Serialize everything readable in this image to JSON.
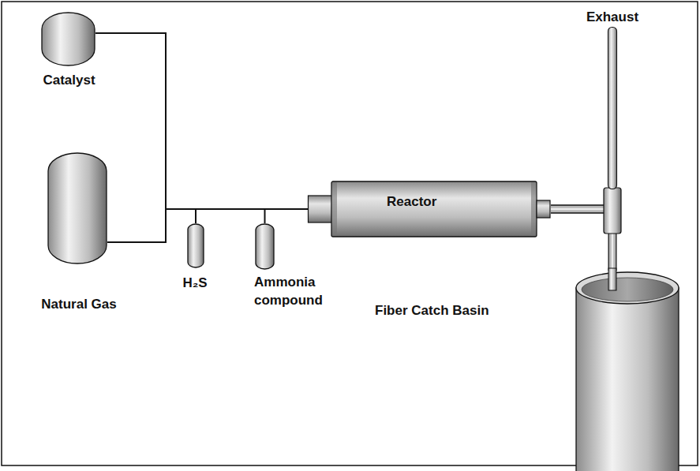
{
  "diagram": {
    "nodes": [
      {
        "text": [
          "Catalyst"
        ]
      },
      {
        "text": [
          "Natural Gas"
        ]
      },
      {
        "text": [
          "H₂S"
        ]
      },
      {
        "text": [
          "Ammonia compound"
        ]
      },
      {
        "text": [
          "Reactor"
        ]
      },
      {
        "text": [
          "Exhaust"
        ]
      },
      {
        "text": [
          "Fiber Catch Basin"
        ]
      }
    ],
    "edges": [
      {
        "from": 0,
        "to": 4,
        "arrow": "none"
      },
      {
        "from": 1,
        "to": 4,
        "arrow": "none"
      },
      {
        "from": 2,
        "to": 4,
        "arrow": "none"
      },
      {
        "from": 3,
        "to": 4,
        "arrow": "none"
      },
      {
        "from": 4,
        "to": 5,
        "arrow": "none"
      },
      {
        "from": 4,
        "to": 6,
        "arrow": "none"
      }
    ]
  }
}
